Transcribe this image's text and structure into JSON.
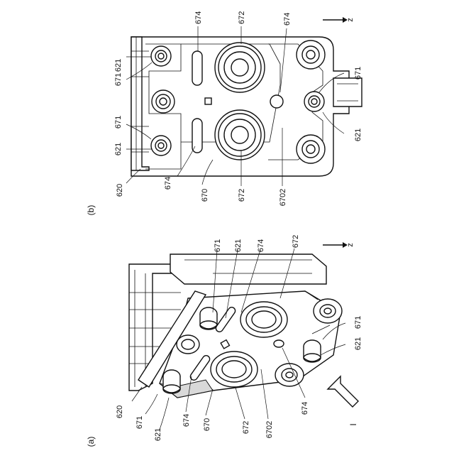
{
  "figure_b": {
    "caption": "(b)",
    "axis": "z",
    "labels": {
      "l674a": "674",
      "l672a": "672",
      "l674b": "674",
      "l621a": "621",
      "l671a": "671",
      "l671b": "671",
      "l621b": "621",
      "l620": "620",
      "l674c": "674",
      "l670": "670",
      "l672b": "672",
      "l6702": "6702",
      "l671c": "671",
      "l621c": "621"
    }
  },
  "figure_a": {
    "caption": "(a)",
    "axis": "z",
    "view": "I",
    "labels": {
      "l671a": "671",
      "l621a": "621",
      "l674a": "674",
      "l672a": "672",
      "l620": "620",
      "l671b": "671",
      "l621b": "621",
      "l674b": "674",
      "l670": "670",
      "l672b": "672",
      "l6702": "6702",
      "l674c": "674",
      "l621c": "621",
      "l671c": "671"
    }
  }
}
